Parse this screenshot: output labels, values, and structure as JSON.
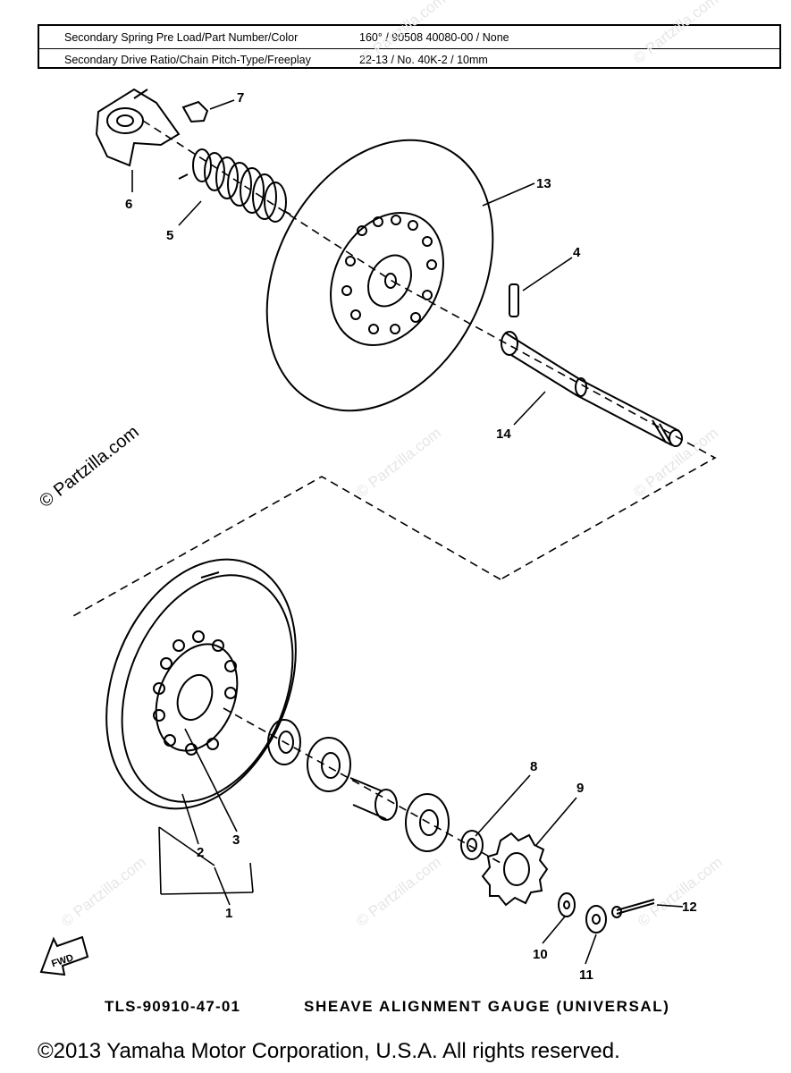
{
  "spec_table": {
    "rows": [
      {
        "label": "Secondary Spring Pre Load/Part Number/Color",
        "value": "160° / 90508 40080-00 / None"
      },
      {
        "label": "Secondary  Drive  Ratio/Chain  Pitch-Type/Freeplay",
        "value": "22-13 / No. 40K-2 / 10mm"
      }
    ]
  },
  "watermark": {
    "main": "© Partzilla.com",
    "faint": "© Partzilla.com"
  },
  "callouts": [
    "1",
    "2",
    "3",
    "4",
    "5",
    "6",
    "7",
    "8",
    "9",
    "10",
    "11",
    "12",
    "13",
    "14"
  ],
  "fwd_label": "FWD",
  "caption": {
    "part_number": "TLS-90910-47-01",
    "title": "SHEAVE ALIGNMENT GAUGE (UNIVERSAL)"
  },
  "copyright": "©2013  Yamaha Motor Corporation, U.S.A. All rights reserved."
}
